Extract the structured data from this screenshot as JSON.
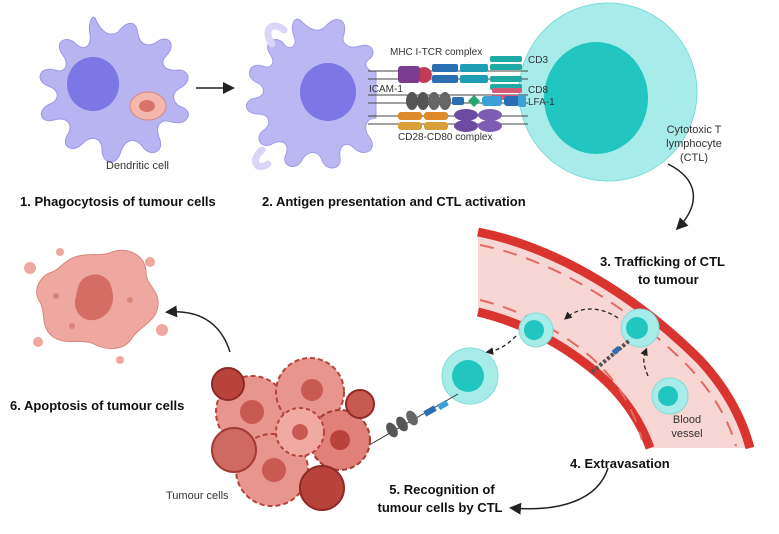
{
  "labels": {
    "dendritic_cell": "Dendritic cell",
    "mhc_tcr": "MHC I-TCR complex",
    "cd3": "CD3",
    "cd8": "CD8",
    "icam1": "ICAM-1",
    "lfa1": "LFA-1",
    "cd28_cd80": "CD28-CD80 complex",
    "ctl_line1": "Cytotoxic T",
    "ctl_line2": "lymphocyte",
    "ctl_line3": "(CTL)",
    "blood_line1": "Blood",
    "blood_line2": "vessel",
    "tumour_cells": "Tumour cells"
  },
  "steps": {
    "s1": "1. Phagocytosis of tumour cells",
    "s2": "2. Antigen presentation and CTL activation",
    "s3_line1": "3. Trafficking of CTL",
    "s3_line2": "to tumour",
    "s4": "4. Extravasation",
    "s5_line1": "5. Recognition of",
    "s5_line2": "tumour cells by CTL",
    "s6": "6. Apoptosis of tumour cells"
  },
  "colors": {
    "dendritic": "#b8b4f2",
    "dendritic_nucleus": "#7d77e6",
    "ctl_outer": "#a8ece9",
    "ctl_nucleus": "#22c6c0",
    "vessel_wall": "#d9342f",
    "vessel_lumen": "#f7d6d3",
    "tumour": "#e8958d",
    "tumour_dark": "#b8433b"
  }
}
